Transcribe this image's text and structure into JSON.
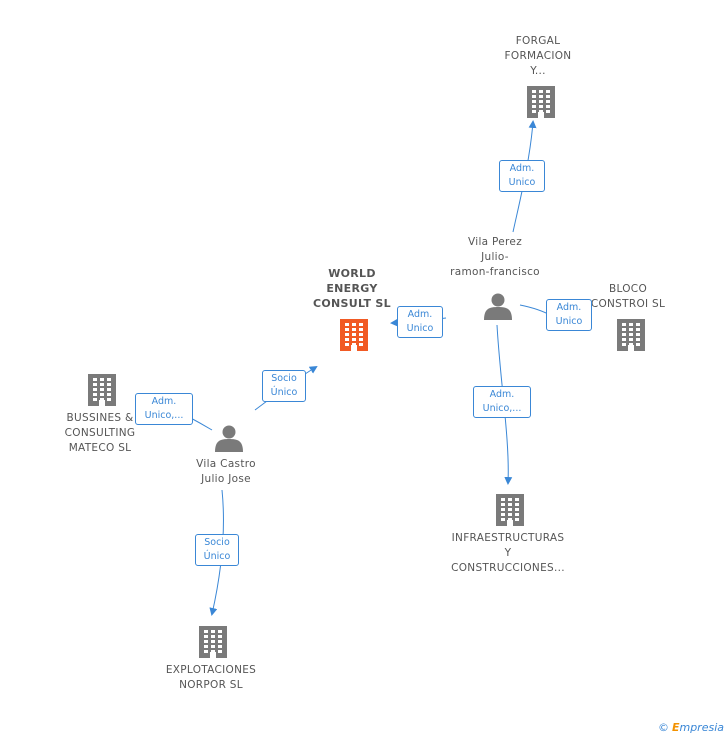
{
  "colors": {
    "edge": "#3a87d6",
    "building": "#7a7a7a",
    "building_main": "#f15a24",
    "person": "#7a7a7a"
  },
  "nodes": {
    "world_energy": {
      "kind": "company-main",
      "lines": [
        "WORLD",
        "ENERGY",
        "CONSULT SL"
      ]
    },
    "forgal": {
      "kind": "company",
      "lines": [
        "FORGAL",
        "FORMACION",
        "Y..."
      ]
    },
    "vila_perez": {
      "kind": "person",
      "lines": [
        "Vila Perez",
        "Julio-",
        "ramon-francisco"
      ]
    },
    "bloco": {
      "kind": "company",
      "lines": [
        "BLOCO",
        "CONSTROI SL"
      ]
    },
    "bussines": {
      "kind": "company",
      "lines": [
        "BUSSINES &",
        "CONSULTING",
        "MATECO  SL"
      ]
    },
    "vila_castro": {
      "kind": "person",
      "lines": [
        "Vila Castro",
        "Julio Jose"
      ]
    },
    "infraestructuras": {
      "kind": "company",
      "lines": [
        "INFRAESTRUCTURAS",
        "Y",
        "CONSTRUCCIONES..."
      ]
    },
    "explotaciones": {
      "kind": "company",
      "lines": [
        "EXPLOTACIONES",
        "NORPOR SL"
      ]
    }
  },
  "edges": [
    {
      "id": "vp_forgal",
      "label": [
        "Adm.",
        "Unico"
      ]
    },
    {
      "id": "vp_world",
      "label": [
        "Adm.",
        "Unico"
      ]
    },
    {
      "id": "vp_bloco",
      "label": [
        "Adm.",
        "Unico"
      ]
    },
    {
      "id": "vp_infra",
      "label": [
        "Adm.",
        "Unico,..."
      ]
    },
    {
      "id": "vc_world",
      "label": [
        "Socio",
        "Único"
      ]
    },
    {
      "id": "vc_bussines",
      "label": [
        "Adm.",
        "Unico,..."
      ]
    },
    {
      "id": "vc_explot",
      "label": [
        "Socio",
        "Único"
      ]
    }
  ],
  "footer": {
    "copyright": "©",
    "brand_first": "E",
    "brand_rest": "mpresia"
  }
}
